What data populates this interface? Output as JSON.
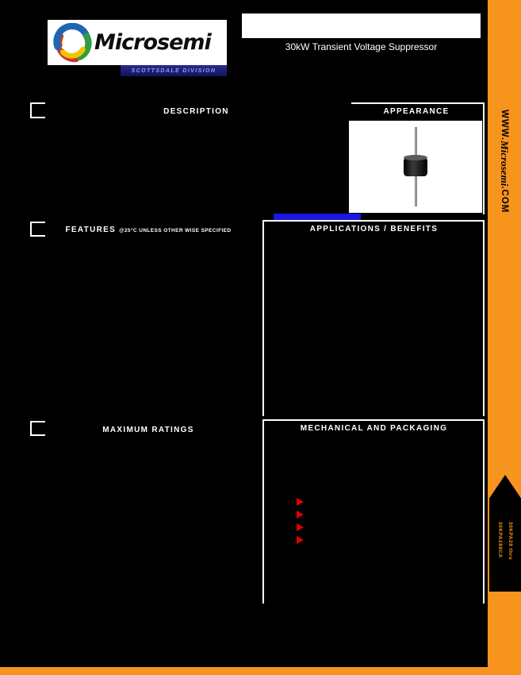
{
  "colors": {
    "page_orange": "#F7941E",
    "content_black": "#000000",
    "highlight_blue": "#1A18DD",
    "arrow_red": "#E00000",
    "division_bar_navy": "#20207B"
  },
  "header": {
    "logo_text": "Microsemi",
    "division_label": "SCOTTSDALE DIVISION",
    "subtitle": "30kW Transient Voltage Suppressor"
  },
  "sidebar": {
    "url_prefix": "WWW.",
    "url_brand": "Microsemi",
    "url_suffix": ".COM",
    "tab_line1": "30KPA28 thru",
    "tab_line2": "30KPA288CA"
  },
  "sections": {
    "description_title": "DESCRIPTION",
    "appearance_title": "APPEARANCE",
    "features_title": "FEATURES",
    "features_note": "@25°C UNLESS OTHER WISE  SPECIFIED",
    "applications_title": "APPLICATIONS / BENEFITS",
    "max_ratings_title": "MAXIMUM RATINGS",
    "mechanical_title": "MECHANICAL AND PACKAGING"
  }
}
